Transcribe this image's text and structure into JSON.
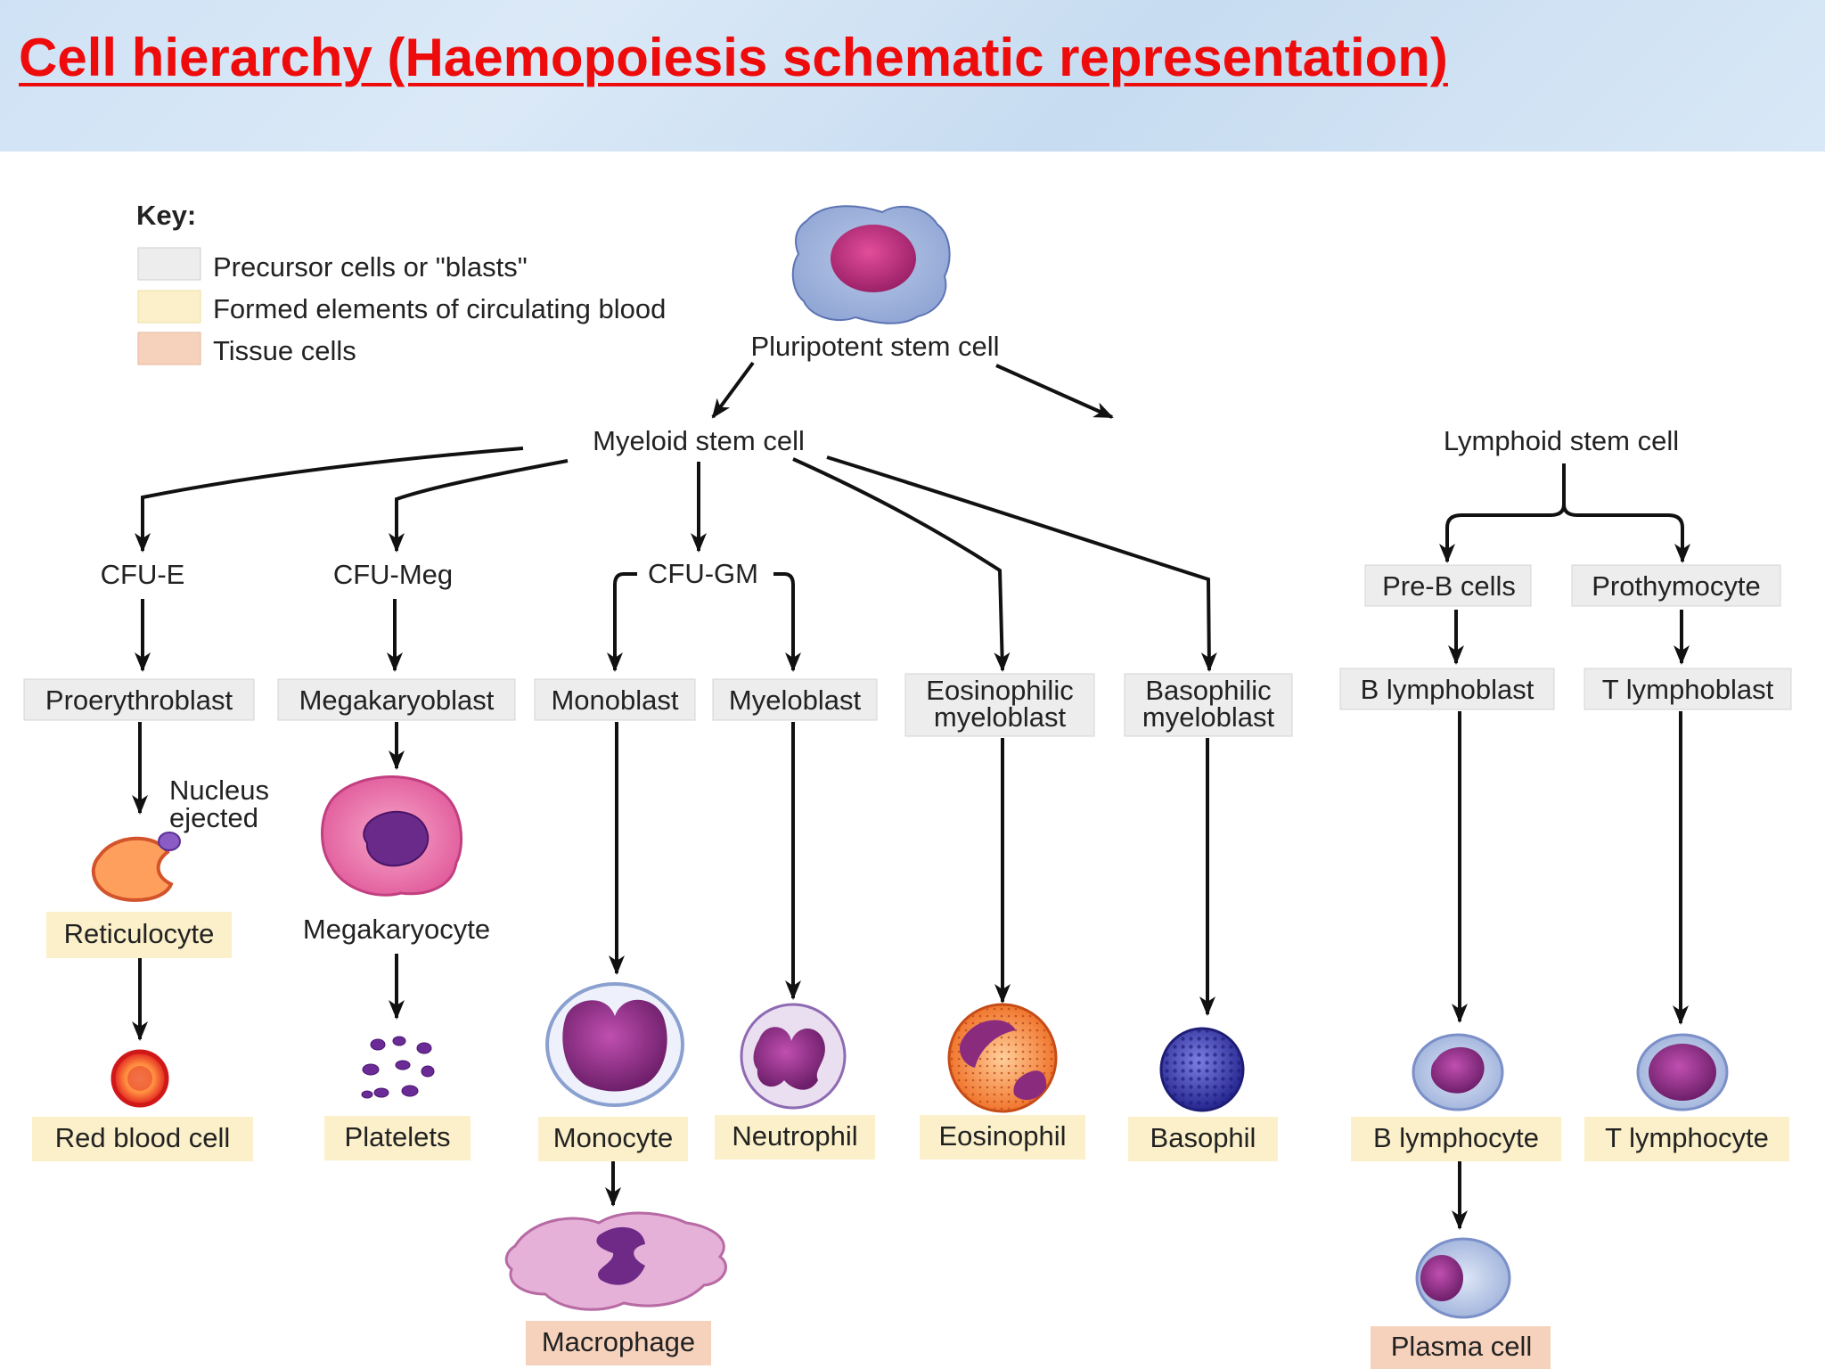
{
  "title": "Cell hierarchy (Haemopoiesis schematic representation)",
  "key": {
    "title": "Key:",
    "items": [
      {
        "label": "Precursor cells or \"blasts\"",
        "color": "#ededed"
      },
      {
        "label": "Formed elements of circulating blood",
        "color": "#fbf0c9"
      },
      {
        "label": "Tissue cells",
        "color": "#f6d2bd"
      }
    ]
  },
  "colors": {
    "title": "#ee0b0b",
    "precursor": "#ededed",
    "formed": "#fbf0c9",
    "tissue": "#f6d2bd"
  },
  "nodes": {
    "pluripotent": "Pluripotent stem cell",
    "myeloid": "Myeloid stem cell",
    "lymphoid": "Lymphoid stem cell",
    "cfu_e": "CFU-E",
    "cfu_meg": "CFU-Meg",
    "cfu_gm": "CFU-GM",
    "pre_b": "Pre-B cells",
    "prothymocyte": "Prothymocyte",
    "proerythroblast": "Proerythroblast",
    "megakaryoblast": "Megakaryoblast",
    "monoblast": "Monoblast",
    "myeloblast": "Myeloblast",
    "eosinophilic_myeloblast": [
      "Eosinophilic",
      "myeloblast"
    ],
    "basophilic_myeloblast": [
      "Basophilic",
      "myeloblast"
    ],
    "b_lymphoblast": "B lymphoblast",
    "t_lymphoblast": "T lymphoblast",
    "nucleus_ejected": [
      "Nucleus",
      "ejected"
    ],
    "reticulocyte": "Reticulocyte",
    "megakaryocyte": "Megakaryocyte",
    "red_blood_cell": "Red blood cell",
    "platelets": "Platelets",
    "monocyte": "Monocyte",
    "neutrophil": "Neutrophil",
    "eosinophil": "Eosinophil",
    "basophil": "Basophil",
    "b_lymphocyte": "B lymphocyte",
    "t_lymphocyte": "T lymphocyte",
    "macrophage": "Macrophage",
    "plasma_cell": "Plasma cell"
  }
}
